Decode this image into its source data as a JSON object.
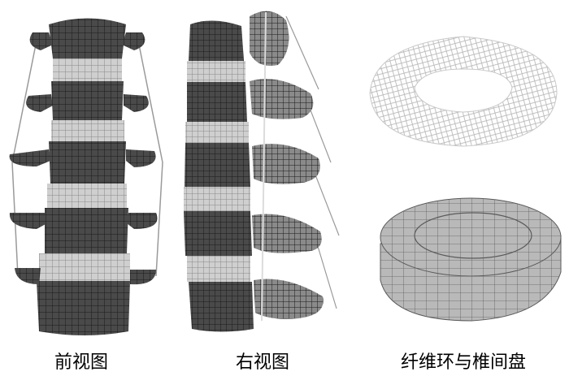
{
  "captions": {
    "front": "前视图",
    "right": "右视图",
    "disc": "纤维环与椎间盘"
  },
  "colors": {
    "vertebra": "#4a4a4a",
    "disc_band": "#c8c8c8",
    "mesh_line": "#1a1a1a",
    "ligament": "#9a9a9a",
    "annulus_wire": "#b5b5b5",
    "disc_solid": "#b9b9b9"
  }
}
